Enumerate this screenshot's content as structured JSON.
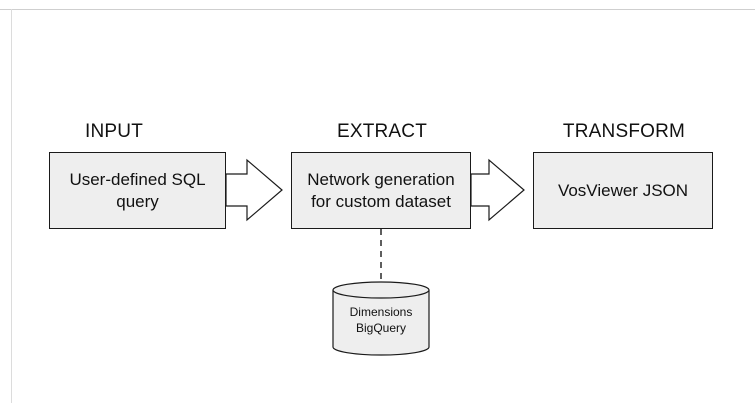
{
  "stages": {
    "input": {
      "title": "INPUT",
      "box_label": "User-defined SQL query"
    },
    "extract": {
      "title": "EXTRACT",
      "box_label": "Network generation for custom dataset"
    },
    "transform": {
      "title": "TRANSFORM",
      "box_label": "VosViewer JSON"
    }
  },
  "database": {
    "label": "Dimensions BigQuery",
    "icon": "database-cylinder-icon"
  },
  "colors": {
    "box_fill": "#eeeeee",
    "stroke": "#1a1a1a",
    "background": "#ffffff"
  }
}
